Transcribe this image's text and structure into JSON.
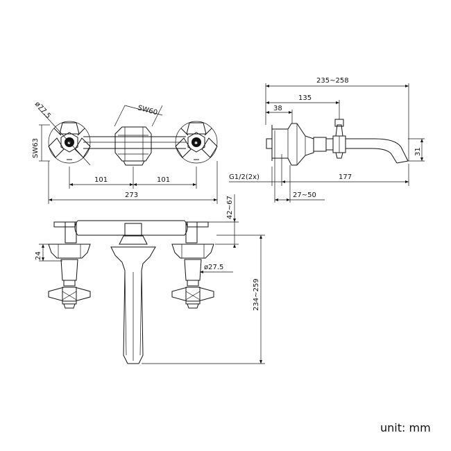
{
  "dimensions": {
    "front_view": {
      "handle_diameter": "ø77.5",
      "handle_height": "SW63",
      "spout_wrench": "SW60",
      "left_spacing": "101",
      "right_spacing": "101",
      "overall_width": "273"
    },
    "side_view": {
      "total_length": "235~258",
      "handle_reach": "135",
      "flange_depth": "38",
      "spout_height": "31",
      "thread": "G1/2(2x)",
      "spout_length": "177",
      "wall_depth": "27~50"
    },
    "elevation_view": {
      "flange_depth": "42~67",
      "escutcheon_height": "24",
      "escutcheon_diameter": "ø27.5",
      "spout_drop": "234~259"
    }
  },
  "unit_label": "unit: mm"
}
